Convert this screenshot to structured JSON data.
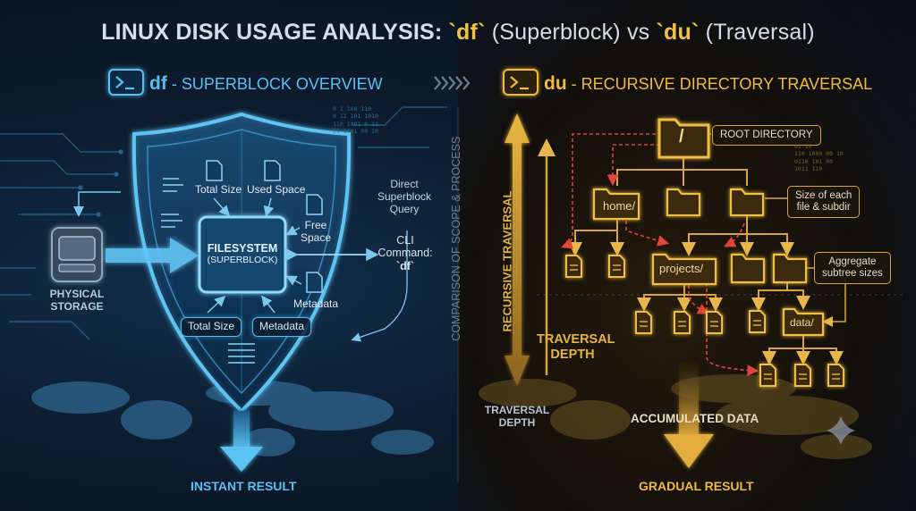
{
  "title": {
    "prefix": "LINUX DISK USAGE ANALYSIS: ",
    "df": "`df`",
    "mid": " (Superblock) vs ",
    "du": "`du`",
    "suffix": " (Traversal)"
  },
  "df_panel": {
    "cmd": "df",
    "heading": "- SUPERBLOCK OVERVIEW",
    "physical_storage": [
      "PHYSICAL",
      "STORAGE"
    ],
    "filesystem": [
      "FILESYSTEM",
      "(SUPERBLOCK)"
    ],
    "label_total_size_top": "Total Size",
    "label_used_space": "Used Space",
    "label_free_space": [
      "Free",
      "Space"
    ],
    "label_metadata_right": "Metadata",
    "label_total_size_bottom": "Total Size",
    "label_metadata_bottom": "Metadata",
    "direct_query": [
      "Direct",
      "Superblock",
      "Query"
    ],
    "cli_command": [
      "CLI",
      "Command:",
      "`df`"
    ],
    "instant_result": "INSTANT RESULT"
  },
  "divider": {
    "label": "COMPARISON OF SCOPE & PROCESS"
  },
  "du_panel": {
    "cmd": "du",
    "heading": "- RECURSIVE DIRECTORY TRAVERSAL",
    "recursive_traversal": "RECURSIVE TRAVERSAL",
    "traversal_depth_main": [
      "TRAVERSAL",
      "DEPTH"
    ],
    "traversal_depth_small": [
      "TRAVERSAL",
      "DEPTH"
    ],
    "root_slash": "/",
    "root_directory": "ROOT DIRECTORY",
    "size_of_each": [
      "Size of each",
      "file & subdir"
    ],
    "aggregate": [
      "Aggregate",
      "subtree sizes"
    ],
    "folder_home": "home/",
    "folder_projects": "projects/",
    "folder_data": "data/",
    "accumulated_data": "ACCUMULATED DATA",
    "gradual_result": "GRADUAL RESULT"
  },
  "decor": {
    "binary_left": [
      "0 1 100 110",
      "0 11 101 1010",
      "110 1001 0 11",
      "01 1001 00 10"
    ],
    "binary_right": [
      "01 10",
      "110 1000 00 10",
      "0110 101 00",
      "1011 110"
    ]
  },
  "colors": {
    "cyan": "#56c1f2",
    "gold": "#f1bb39",
    "red_arrow": "#e0443a"
  }
}
